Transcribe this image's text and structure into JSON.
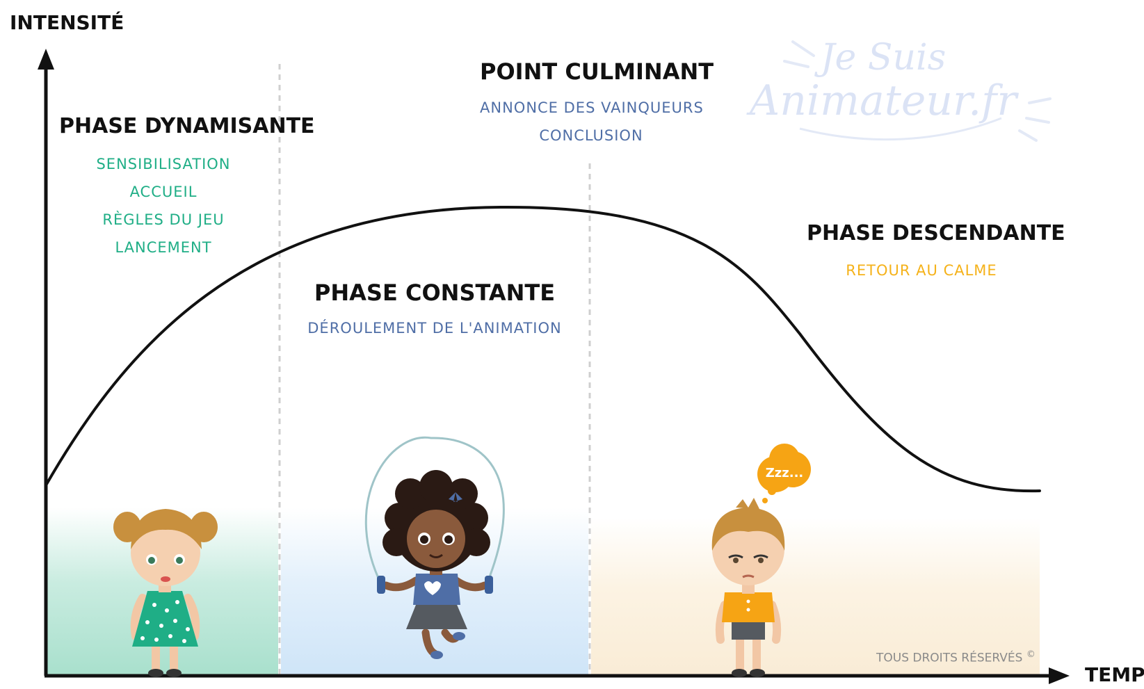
{
  "axes": {
    "y_label": "INTENSITÉ",
    "x_label": "TEMPS"
  },
  "watermark": {
    "line1": "Je Suis",
    "line2": "Animateur.fr"
  },
  "phases": [
    {
      "title": "PHASE DYNAMISANTE",
      "color": "#1fae86",
      "items": [
        "SENSIBILISATION",
        "ACCUEIL",
        "RÈGLES DU JEU",
        "LANCEMENT"
      ]
    },
    {
      "title": "PHASE CONSTANTE",
      "color": "#4f6ea6",
      "items": [
        "DÉROULEMENT DE L'ANIMATION"
      ]
    },
    {
      "title": "POINT CULMINANT",
      "color": "#4f6ea6",
      "items": [
        "ANNONCE DES VAINQUEURS",
        "CONCLUSION"
      ]
    },
    {
      "title": "PHASE DESCENDANTE",
      "color": "#f5b21a",
      "items": [
        "RETOUR AU CALME"
      ]
    }
  ],
  "characters": {
    "sleep_bubble": "Zzz..."
  },
  "footer": {
    "copyright": "TOUS DROITS RÉSERVÉS",
    "copyright_symbol": "©"
  }
}
